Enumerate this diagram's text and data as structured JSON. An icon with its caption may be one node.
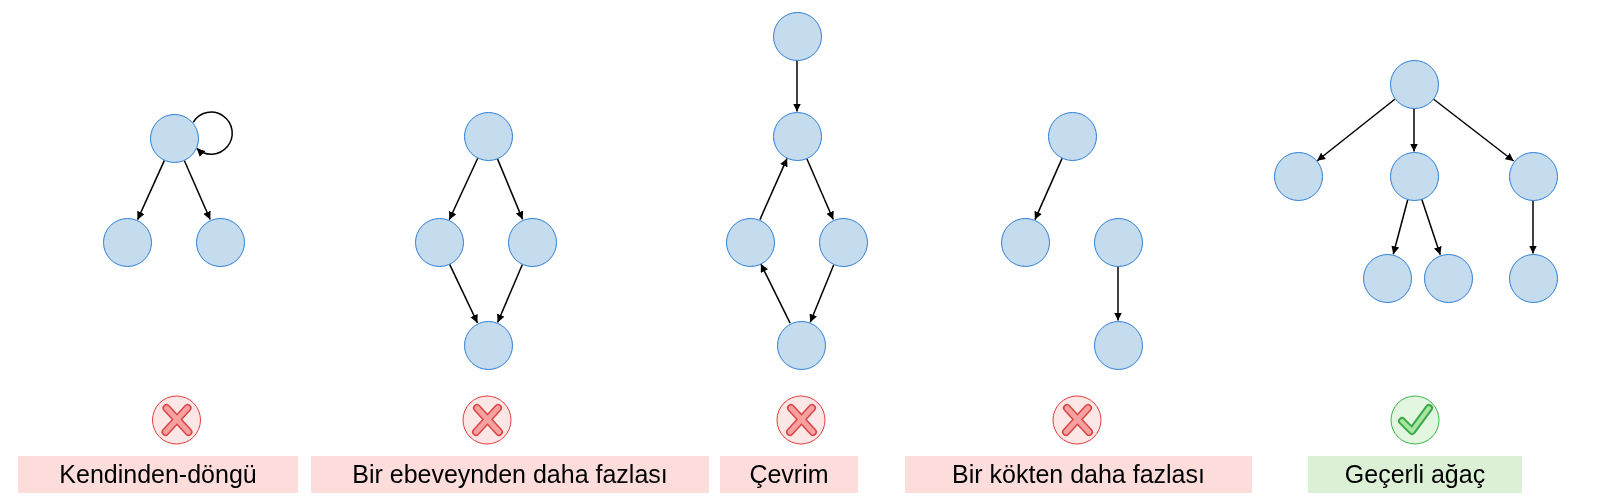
{
  "diagram": {
    "nodes": [
      {
        "text": [],
        "shape": "circle"
      },
      {
        "text": [],
        "shape": "circle"
      },
      {
        "text": [],
        "shape": "circle"
      },
      {
        "text": [
          "Kendinden-döngü"
        ]
      },
      {
        "text": [],
        "shape": "circle"
      },
      {
        "text": [],
        "shape": "circle"
      },
      {
        "text": [],
        "shape": "circle"
      },
      {
        "text": [],
        "shape": "circle"
      },
      {
        "text": [
          "Bir ebeveynden daha fazlası"
        ]
      },
      {
        "text": [],
        "shape": "circle"
      },
      {
        "text": [],
        "shape": "circle"
      },
      {
        "text": [],
        "shape": "circle"
      },
      {
        "text": [],
        "shape": "circle"
      },
      {
        "text": [],
        "shape": "circle"
      },
      {
        "text": [
          "Çevrim"
        ]
      },
      {
        "text": [],
        "shape": "circle"
      },
      {
        "text": [],
        "shape": "circle"
      },
      {
        "text": [],
        "shape": "circle"
      },
      {
        "text": [],
        "shape": "circle"
      },
      {
        "text": [
          "Bir kökten daha fazlası"
        ]
      },
      {
        "text": [],
        "shape": "circle"
      },
      {
        "text": [],
        "shape": "circle"
      },
      {
        "text": [],
        "shape": "circle"
      },
      {
        "text": [],
        "shape": "circle"
      },
      {
        "text": [],
        "shape": "circle"
      },
      {
        "text": [],
        "shape": "circle"
      },
      {
        "text": [],
        "shape": "circle"
      },
      {
        "text": [
          "Geçerli ağaç"
        ]
      }
    ],
    "edges": [
      {
        "from": 0,
        "to": 0,
        "arrow": "to"
      },
      {
        "from": 0,
        "to": 1,
        "arrow": "to"
      },
      {
        "from": 0,
        "to": 2,
        "arrow": "to"
      },
      {
        "from": 4,
        "to": 5,
        "arrow": "to"
      },
      {
        "from": 4,
        "to": 6,
        "arrow": "to"
      },
      {
        "from": 5,
        "to": 7,
        "arrow": "to"
      },
      {
        "from": 6,
        "to": 7,
        "arrow": "to"
      },
      {
        "from": 9,
        "to": 10,
        "arrow": "to"
      },
      {
        "from": 10,
        "to": 12,
        "arrow": "to"
      },
      {
        "from": 12,
        "to": 13,
        "arrow": "to"
      },
      {
        "from": 13,
        "to": 11,
        "arrow": "to"
      },
      {
        "from": 11,
        "to": 10,
        "arrow": "to"
      },
      {
        "from": 15,
        "to": 16,
        "arrow": "to"
      },
      {
        "from": 17,
        "to": 18,
        "arrow": "to"
      },
      {
        "from": 20,
        "to": 21,
        "arrow": "to"
      },
      {
        "from": 20,
        "to": 22,
        "arrow": "to"
      },
      {
        "from": 20,
        "to": 23,
        "arrow": "to"
      },
      {
        "from": 22,
        "to": 24,
        "arrow": "to"
      },
      {
        "from": 22,
        "to": 25,
        "arrow": "to"
      },
      {
        "from": 23,
        "to": 26,
        "arrow": "to"
      }
    ]
  }
}
